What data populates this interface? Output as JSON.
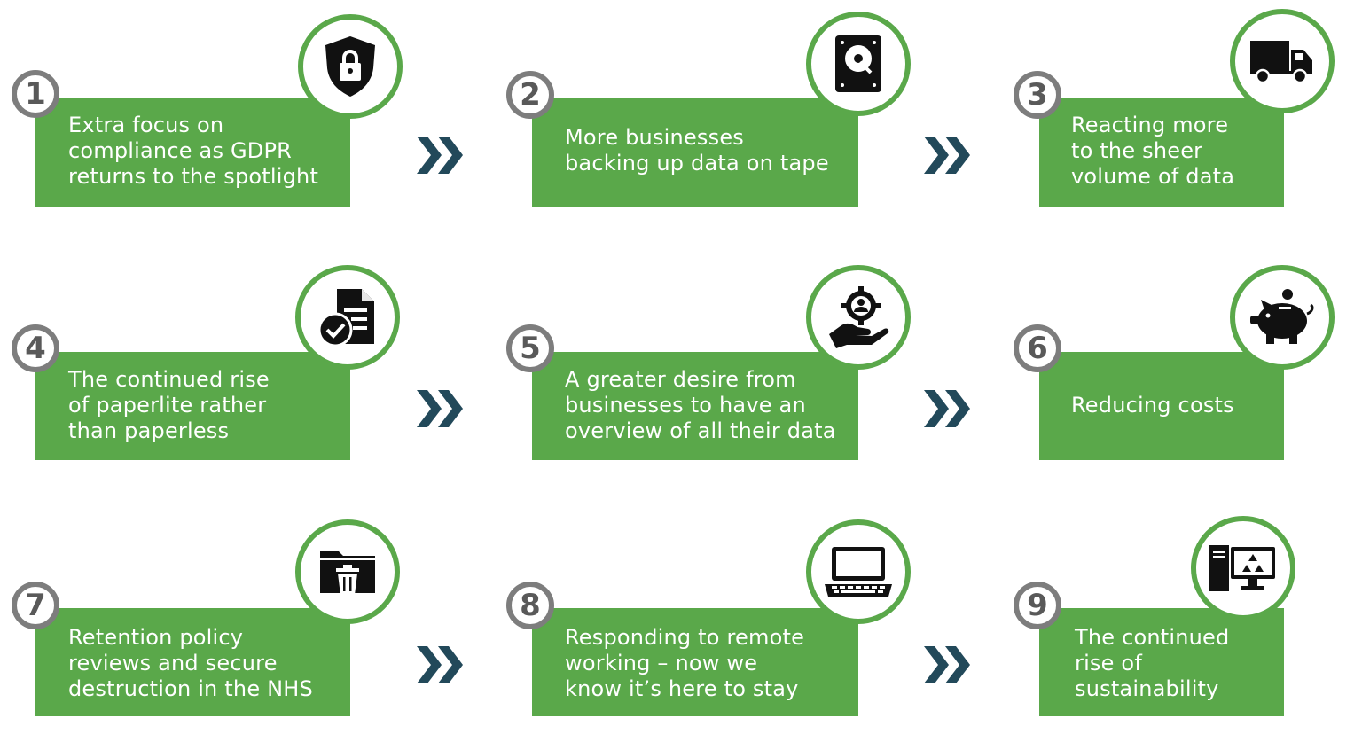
{
  "colors": {
    "box_green": "#5aa84a",
    "ring_green": "#5aa84a",
    "number_grey": "#7d7d7d",
    "arrow_teal": "#22495a"
  },
  "items": [
    {
      "number": "1",
      "icon": "shield-lock-icon",
      "lines": [
        "Extra focus on",
        "compliance as GDPR",
        "returns to the spotlight"
      ]
    },
    {
      "number": "2",
      "icon": "hard-drive-icon",
      "lines": [
        "More businesses",
        "backing up data on tape"
      ]
    },
    {
      "number": "3",
      "icon": "truck-icon",
      "lines": [
        "Reacting more",
        "to the sheer",
        "volume of data"
      ]
    },
    {
      "number": "4",
      "icon": "document-check-icon",
      "lines": [
        "The continued rise",
        "of paperlite rather",
        "than paperless"
      ]
    },
    {
      "number": "5",
      "icon": "hand-gear-icon",
      "lines": [
        "A greater desire from",
        "businesses to have an",
        "overview of all their data"
      ]
    },
    {
      "number": "6",
      "icon": "piggy-bank-icon",
      "lines": [
        "Reducing costs"
      ]
    },
    {
      "number": "7",
      "icon": "folder-trash-icon",
      "lines": [
        "Retention policy",
        "reviews and secure",
        "destruction in the NHS"
      ]
    },
    {
      "number": "8",
      "icon": "laptop-icon",
      "lines": [
        "Responding to remote",
        "working – now we",
        "know it’s here to stay"
      ]
    },
    {
      "number": "9",
      "icon": "computer-recycle-icon",
      "lines": [
        "The continued",
        "rise of",
        "sustainability"
      ]
    }
  ]
}
